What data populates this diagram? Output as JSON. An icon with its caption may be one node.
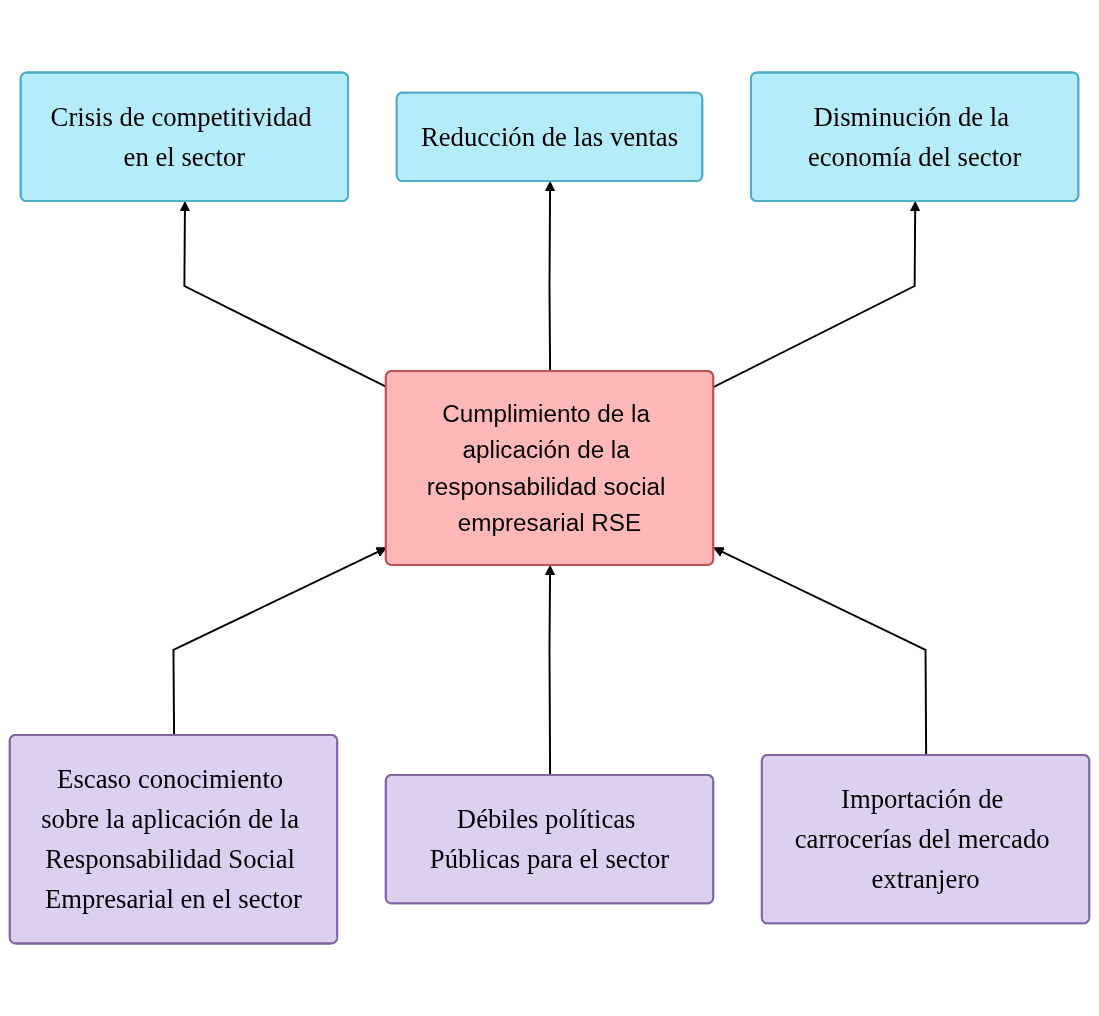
{
  "diagram": {
    "nodes": [
      {
        "text": [
          "Crisis de competitividad en el sector"
        ]
      },
      {
        "text": [
          "Reducción de las ventas"
        ]
      },
      {
        "text": [
          "Disminución de la economía del sector"
        ]
      },
      {
        "text": [
          "Cumplimiento de la aplicación de la responsabilidad social empresarial RSE"
        ]
      },
      {
        "text": [
          "Escaso conocimiento sobre la aplicación de la Responsabilidad Social Empresarial en el sector"
        ]
      },
      {
        "text": [
          "Débiles políticas Públicas para el sector"
        ]
      },
      {
        "text": [
          "Importación de carrocerías del mercado extranjero"
        ]
      }
    ],
    "edges": [
      {
        "from": 3,
        "to": 0,
        "arrow": "to"
      },
      {
        "from": 3,
        "to": 1,
        "arrow": "to"
      },
      {
        "from": 3,
        "to": 2,
        "arrow": "to"
      },
      {
        "from": 4,
        "to": 3,
        "arrow": "to"
      },
      {
        "from": 5,
        "to": 3,
        "arrow": "to"
      },
      {
        "from": 6,
        "to": 3,
        "arrow": "to"
      }
    ]
  }
}
